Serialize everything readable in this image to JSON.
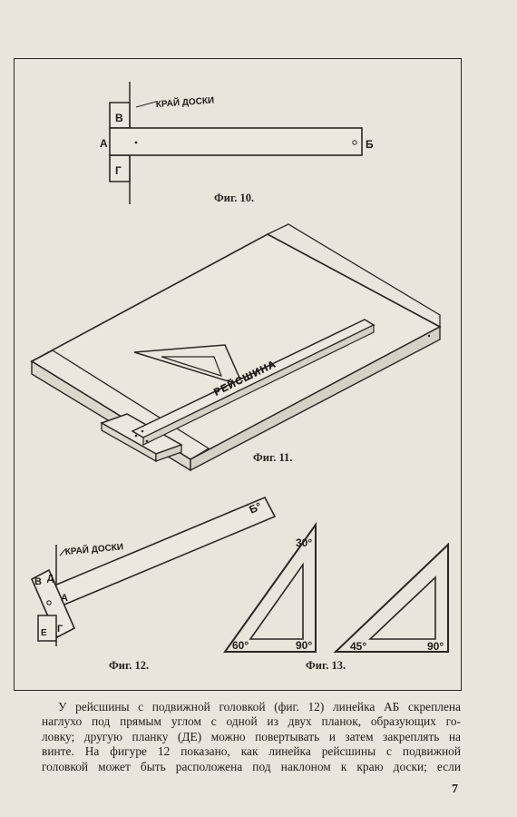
{
  "figures": {
    "fig10": {
      "caption": "Фиг. 10.",
      "edge_label": "КРАЙ ДОСКИ",
      "labels": {
        "a": "А",
        "b": "Б",
        "v": "В",
        "g": "Г"
      }
    },
    "fig11": {
      "caption": "Фиг. 11.",
      "ruler_label": "РЕЙСШИНА"
    },
    "fig12": {
      "caption": "Фиг. 12.",
      "edge_label": "КРАЙ ДОСКИ",
      "labels": {
        "a": "А",
        "b": "Б°",
        "v": "В",
        "g": "Г",
        "d": "Д",
        "e": "Е"
      }
    },
    "fig13": {
      "caption": "Фиг. 13.",
      "left_triangle": {
        "top_angle": "30°",
        "left_angle": "60°",
        "right_angle": "90°"
      },
      "right_triangle": {
        "left_angle": "45°",
        "right_angle": "90°"
      }
    }
  },
  "body": {
    "lines": [
      "У рейсшины с подвижной головкой (фиг. 12) линейка АБ скреплена",
      "наглухо под прямым углом с одной из двух планок, образующих го-",
      "ловку; другую планку (ДЕ) можно повертывать и затем закреплять на",
      "винте. На фигуре 12 показано, как линейка рейсшины с подвижной",
      "головкой может быть расположена под наклоном к краю доски; если"
    ]
  },
  "page_number": "7"
}
